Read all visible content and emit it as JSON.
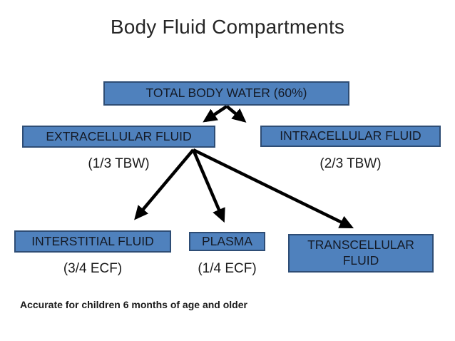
{
  "title": "Body Fluid Compartments",
  "diagram": {
    "nodes": {
      "total_body_water": {
        "label": "TOTAL BODY WATER (60%)"
      },
      "extracellular_fluid": {
        "label": "EXTRACELLULAR FLUID",
        "sublabel": "(1/3 TBW)"
      },
      "intracellular_fluid": {
        "label": "INTRACELLULAR FLUID",
        "sublabel": "(2/3 TBW)"
      },
      "interstitial_fluid": {
        "label": "INTERSTITIAL FLUID",
        "sublabel": "(3/4 ECF)"
      },
      "plasma": {
        "label": "PLASMA",
        "sublabel": "(1/4 ECF)"
      },
      "transcellular_fluid": {
        "label": "TRANSCELLULAR FLUID"
      }
    },
    "edges": [
      {
        "from": "total_body_water",
        "to": "extracellular_fluid"
      },
      {
        "from": "total_body_water",
        "to": "intracellular_fluid"
      },
      {
        "from": "extracellular_fluid",
        "to": "interstitial_fluid"
      },
      {
        "from": "extracellular_fluid",
        "to": "plasma"
      },
      {
        "from": "extracellular_fluid",
        "to": "transcellular_fluid"
      }
    ]
  },
  "footnote": "Accurate for children 6 months of age and older",
  "colors": {
    "box_fill": "#4f81bd",
    "box_border": "#2e4d75",
    "arrow": "#000000",
    "title_text": "#262626",
    "background": "#ffffff"
  }
}
